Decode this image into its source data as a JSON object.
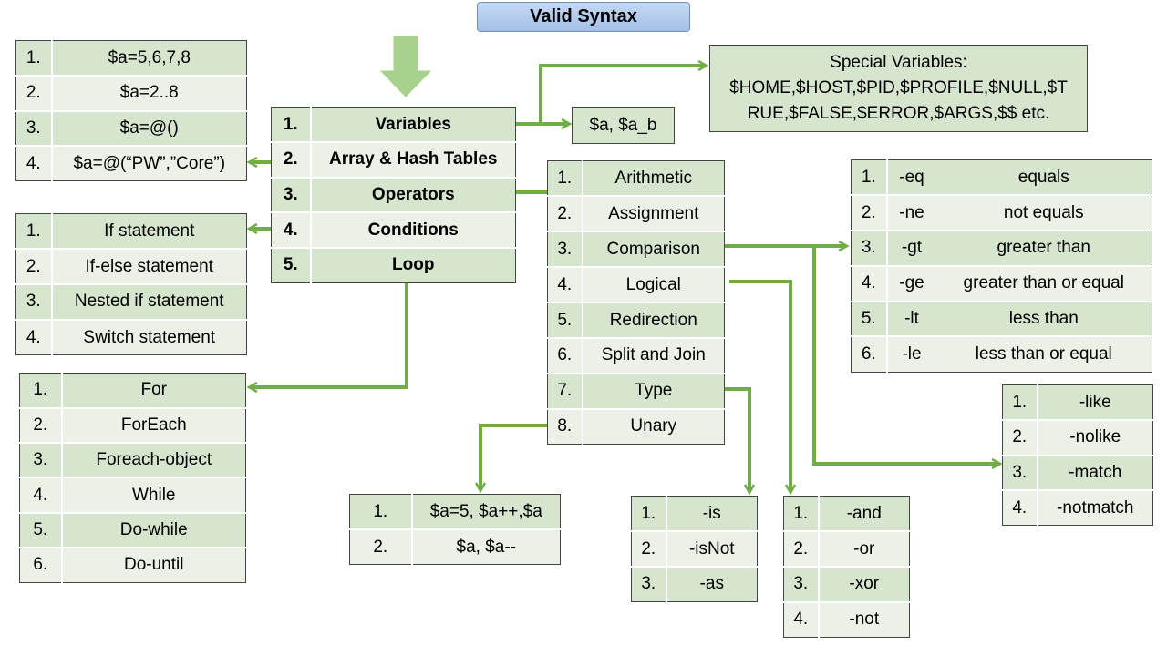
{
  "title": "Valid Syntax",
  "main_topics": [
    {
      "num": "1.",
      "label": "Variables"
    },
    {
      "num": "2.",
      "label": "Array & Hash Tables"
    },
    {
      "num": "3.",
      "label": "Operators"
    },
    {
      "num": "4.",
      "label": "Conditions"
    },
    {
      "num": "5.",
      "label": "Loop"
    }
  ],
  "arrays": [
    {
      "num": "1.",
      "label": "$a=5,6,7,8"
    },
    {
      "num": "2.",
      "label": "$a=2..8"
    },
    {
      "num": "3.",
      "label": "$a=@()"
    },
    {
      "num": "4.",
      "label": "$a=@(“PW”,”Core”)"
    }
  ],
  "conditions": [
    {
      "num": "1.",
      "label": "If statement"
    },
    {
      "num": "2.",
      "label": "If-else statement"
    },
    {
      "num": "3.",
      "label": "Nested if statement"
    },
    {
      "num": "4.",
      "label": "Switch statement"
    }
  ],
  "loops": [
    {
      "num": "1.",
      "label": "For"
    },
    {
      "num": "2.",
      "label": "ForEach"
    },
    {
      "num": "3.",
      "label": "Foreach-object"
    },
    {
      "num": "4.",
      "label": "While"
    },
    {
      "num": "5.",
      "label": "Do-while"
    },
    {
      "num": "6.",
      "label": "Do-until"
    }
  ],
  "variables_example": "$a, $a_b",
  "special_variables": {
    "line1": "Special Variables:",
    "line2": "$HOME,$HOST,$PID,$PROFILE,$NULL,$T",
    "line3": "RUE,$FALSE,$ERROR,$ARGS,$$ etc."
  },
  "operators": [
    {
      "num": "1.",
      "label": "Arithmetic"
    },
    {
      "num": "2.",
      "label": "Assignment"
    },
    {
      "num": "3.",
      "label": "Comparison"
    },
    {
      "num": "4.",
      "label": "Logical"
    },
    {
      "num": "5.",
      "label": "Redirection"
    },
    {
      "num": "6.",
      "label": "Split and Join"
    },
    {
      "num": "7.",
      "label": "Type"
    },
    {
      "num": "8.",
      "label": "Unary"
    }
  ],
  "comparison": [
    {
      "num": "1.",
      "op": "-eq",
      "desc": "equals"
    },
    {
      "num": "2.",
      "op": "-ne",
      "desc": "not equals"
    },
    {
      "num": "3.",
      "op": "-gt",
      "desc": "greater than"
    },
    {
      "num": "4.",
      "op": "-ge",
      "desc": "greater than or equal"
    },
    {
      "num": "5.",
      "op": "-lt",
      "desc": "less than"
    },
    {
      "num": "6.",
      "op": "-le",
      "desc": "less than or equal"
    }
  ],
  "matching": [
    {
      "num": "1.",
      "label": "-like"
    },
    {
      "num": "2.",
      "label": "-nolike"
    },
    {
      "num": "3.",
      "label": "-match"
    },
    {
      "num": "4.",
      "label": "-notmatch"
    }
  ],
  "unary": [
    {
      "num": "1.",
      "label": "$a=5, $a++,$a"
    },
    {
      "num": "2.",
      "label": "$a, $a--"
    }
  ],
  "type_ops": [
    {
      "num": "1.",
      "label": "-is"
    },
    {
      "num": "2.",
      "label": "-isNot"
    },
    {
      "num": "3.",
      "label": "-as"
    }
  ],
  "logical_ops": [
    {
      "num": "1.",
      "label": "-and"
    },
    {
      "num": "2.",
      "label": "-or"
    },
    {
      "num": "3.",
      "label": "-xor"
    },
    {
      "num": "4.",
      "label": "-not"
    }
  ],
  "colors": {
    "connector": "#70ad47",
    "row_dark": "#d6e5cd",
    "row_light": "#ebf1e6",
    "title_fill": "#b4cdee"
  }
}
